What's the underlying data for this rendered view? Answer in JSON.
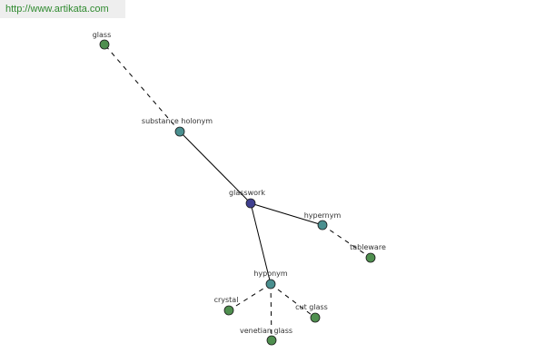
{
  "site_url": "http://www.artikata.com",
  "colors": {
    "focus_node": "#3f3f8f",
    "relation_node": "#4a8f8f",
    "word_node": "#4f8f4f",
    "banner_text": "#2f8a2f"
  },
  "nodes": [
    {
      "id": "glasswork",
      "label": "glasswork",
      "kind": "focus"
    },
    {
      "id": "substance-holonym",
      "label": "substance holonym",
      "kind": "relation"
    },
    {
      "id": "hypernym",
      "label": "hypernym",
      "kind": "relation"
    },
    {
      "id": "hyponym",
      "label": "hyponym",
      "kind": "relation"
    },
    {
      "id": "glass",
      "label": "glass",
      "kind": "word"
    },
    {
      "id": "tableware",
      "label": "tableware",
      "kind": "word"
    },
    {
      "id": "crystal",
      "label": "crystal",
      "kind": "word"
    },
    {
      "id": "cut-glass",
      "label": "cut glass",
      "kind": "word"
    },
    {
      "id": "venetian-glass",
      "label": "venetian glass",
      "kind": "word"
    }
  ],
  "edges": [
    {
      "from": "glasswork",
      "to": "substance-holonym",
      "style": "solid"
    },
    {
      "from": "glasswork",
      "to": "hypernym",
      "style": "solid"
    },
    {
      "from": "glasswork",
      "to": "hyponym",
      "style": "solid"
    },
    {
      "from": "substance-holonym",
      "to": "glass",
      "style": "dashed"
    },
    {
      "from": "hypernym",
      "to": "tableware",
      "style": "dashed"
    },
    {
      "from": "hyponym",
      "to": "crystal",
      "style": "dashed"
    },
    {
      "from": "hyponym",
      "to": "cut-glass",
      "style": "dashed"
    },
    {
      "from": "hyponym",
      "to": "venetian-glass",
      "style": "dashed"
    }
  ]
}
